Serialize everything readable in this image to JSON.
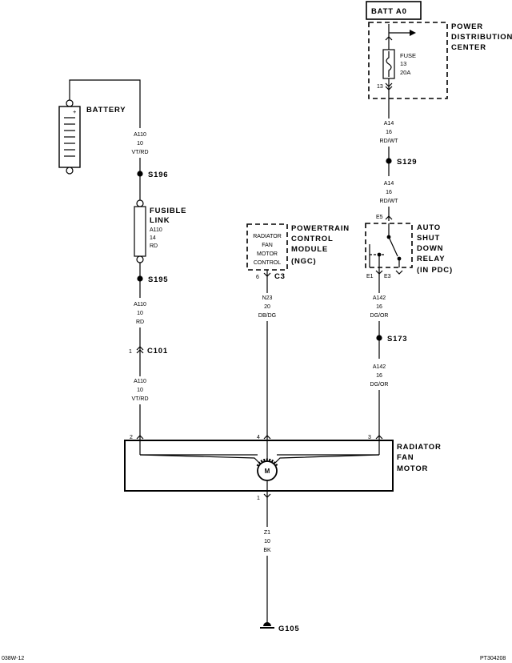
{
  "batt_a0": "BATT A0",
  "pdc": {
    "line1": "POWER",
    "line2": "DISTRIBUTION",
    "line3": "CENTER"
  },
  "fuse": {
    "l1": "FUSE",
    "l2": "13",
    "l3": "20A",
    "cavity": "13"
  },
  "battery_label": "BATTERY",
  "wire_a110_top": {
    "circuit": "A110",
    "gauge": "10",
    "color": "VT/RD"
  },
  "s196": "S196",
  "fusible_link": {
    "l1": "FUSIBLE",
    "l2": "LINK",
    "circuit": "A110",
    "gauge": "14",
    "color": "RD"
  },
  "s195": "S195",
  "wire_a110_mid": {
    "circuit": "A110",
    "gauge": "10",
    "color": "RD"
  },
  "c101": {
    "pin": "1",
    "name": "C101"
  },
  "wire_a110_low": {
    "circuit": "A110",
    "gauge": "10",
    "color": "VT/RD"
  },
  "wire_a14_top": {
    "circuit": "A14",
    "gauge": "16",
    "color": "RD/WT"
  },
  "s129": "S129",
  "wire_a14_low": {
    "circuit": "A14",
    "gauge": "16",
    "color": "RD/WT"
  },
  "relay": {
    "e5": "E5",
    "e1": "E1",
    "e3": "E3",
    "l1": "AUTO",
    "l2": "SHUT",
    "l3": "DOWN",
    "l4": "RELAY",
    "l5": "(IN PDC)"
  },
  "pcm": {
    "l1": "POWERTRAIN",
    "l2": "CONTROL",
    "l3": "MODULE",
    "l4": "(NGC)",
    "box1": "RADIATOR",
    "box2": "FAN",
    "box3": "MOTOR",
    "box4": "CONTROL",
    "pin": "6",
    "conn": "C3"
  },
  "wire_n23": {
    "circuit": "N23",
    "gauge": "20",
    "color": "DB/DG"
  },
  "wire_a142_top": {
    "circuit": "A142",
    "gauge": "16",
    "color": "DG/OR"
  },
  "s173": "S173",
  "wire_a142_low": {
    "circuit": "A142",
    "gauge": "16",
    "color": "DG/OR"
  },
  "motor": {
    "pin_left": "2",
    "pin_mid": "4",
    "pin_right": "3",
    "pin_bottom": "1",
    "symbol": "M",
    "l1": "RADIATOR",
    "l2": "FAN",
    "l3": "MOTOR"
  },
  "wire_z1": {
    "circuit": "Z1",
    "gauge": "10",
    "color": "BK"
  },
  "g105": "G105",
  "footer_left": "038W-12",
  "footer_right": "PT304208"
}
